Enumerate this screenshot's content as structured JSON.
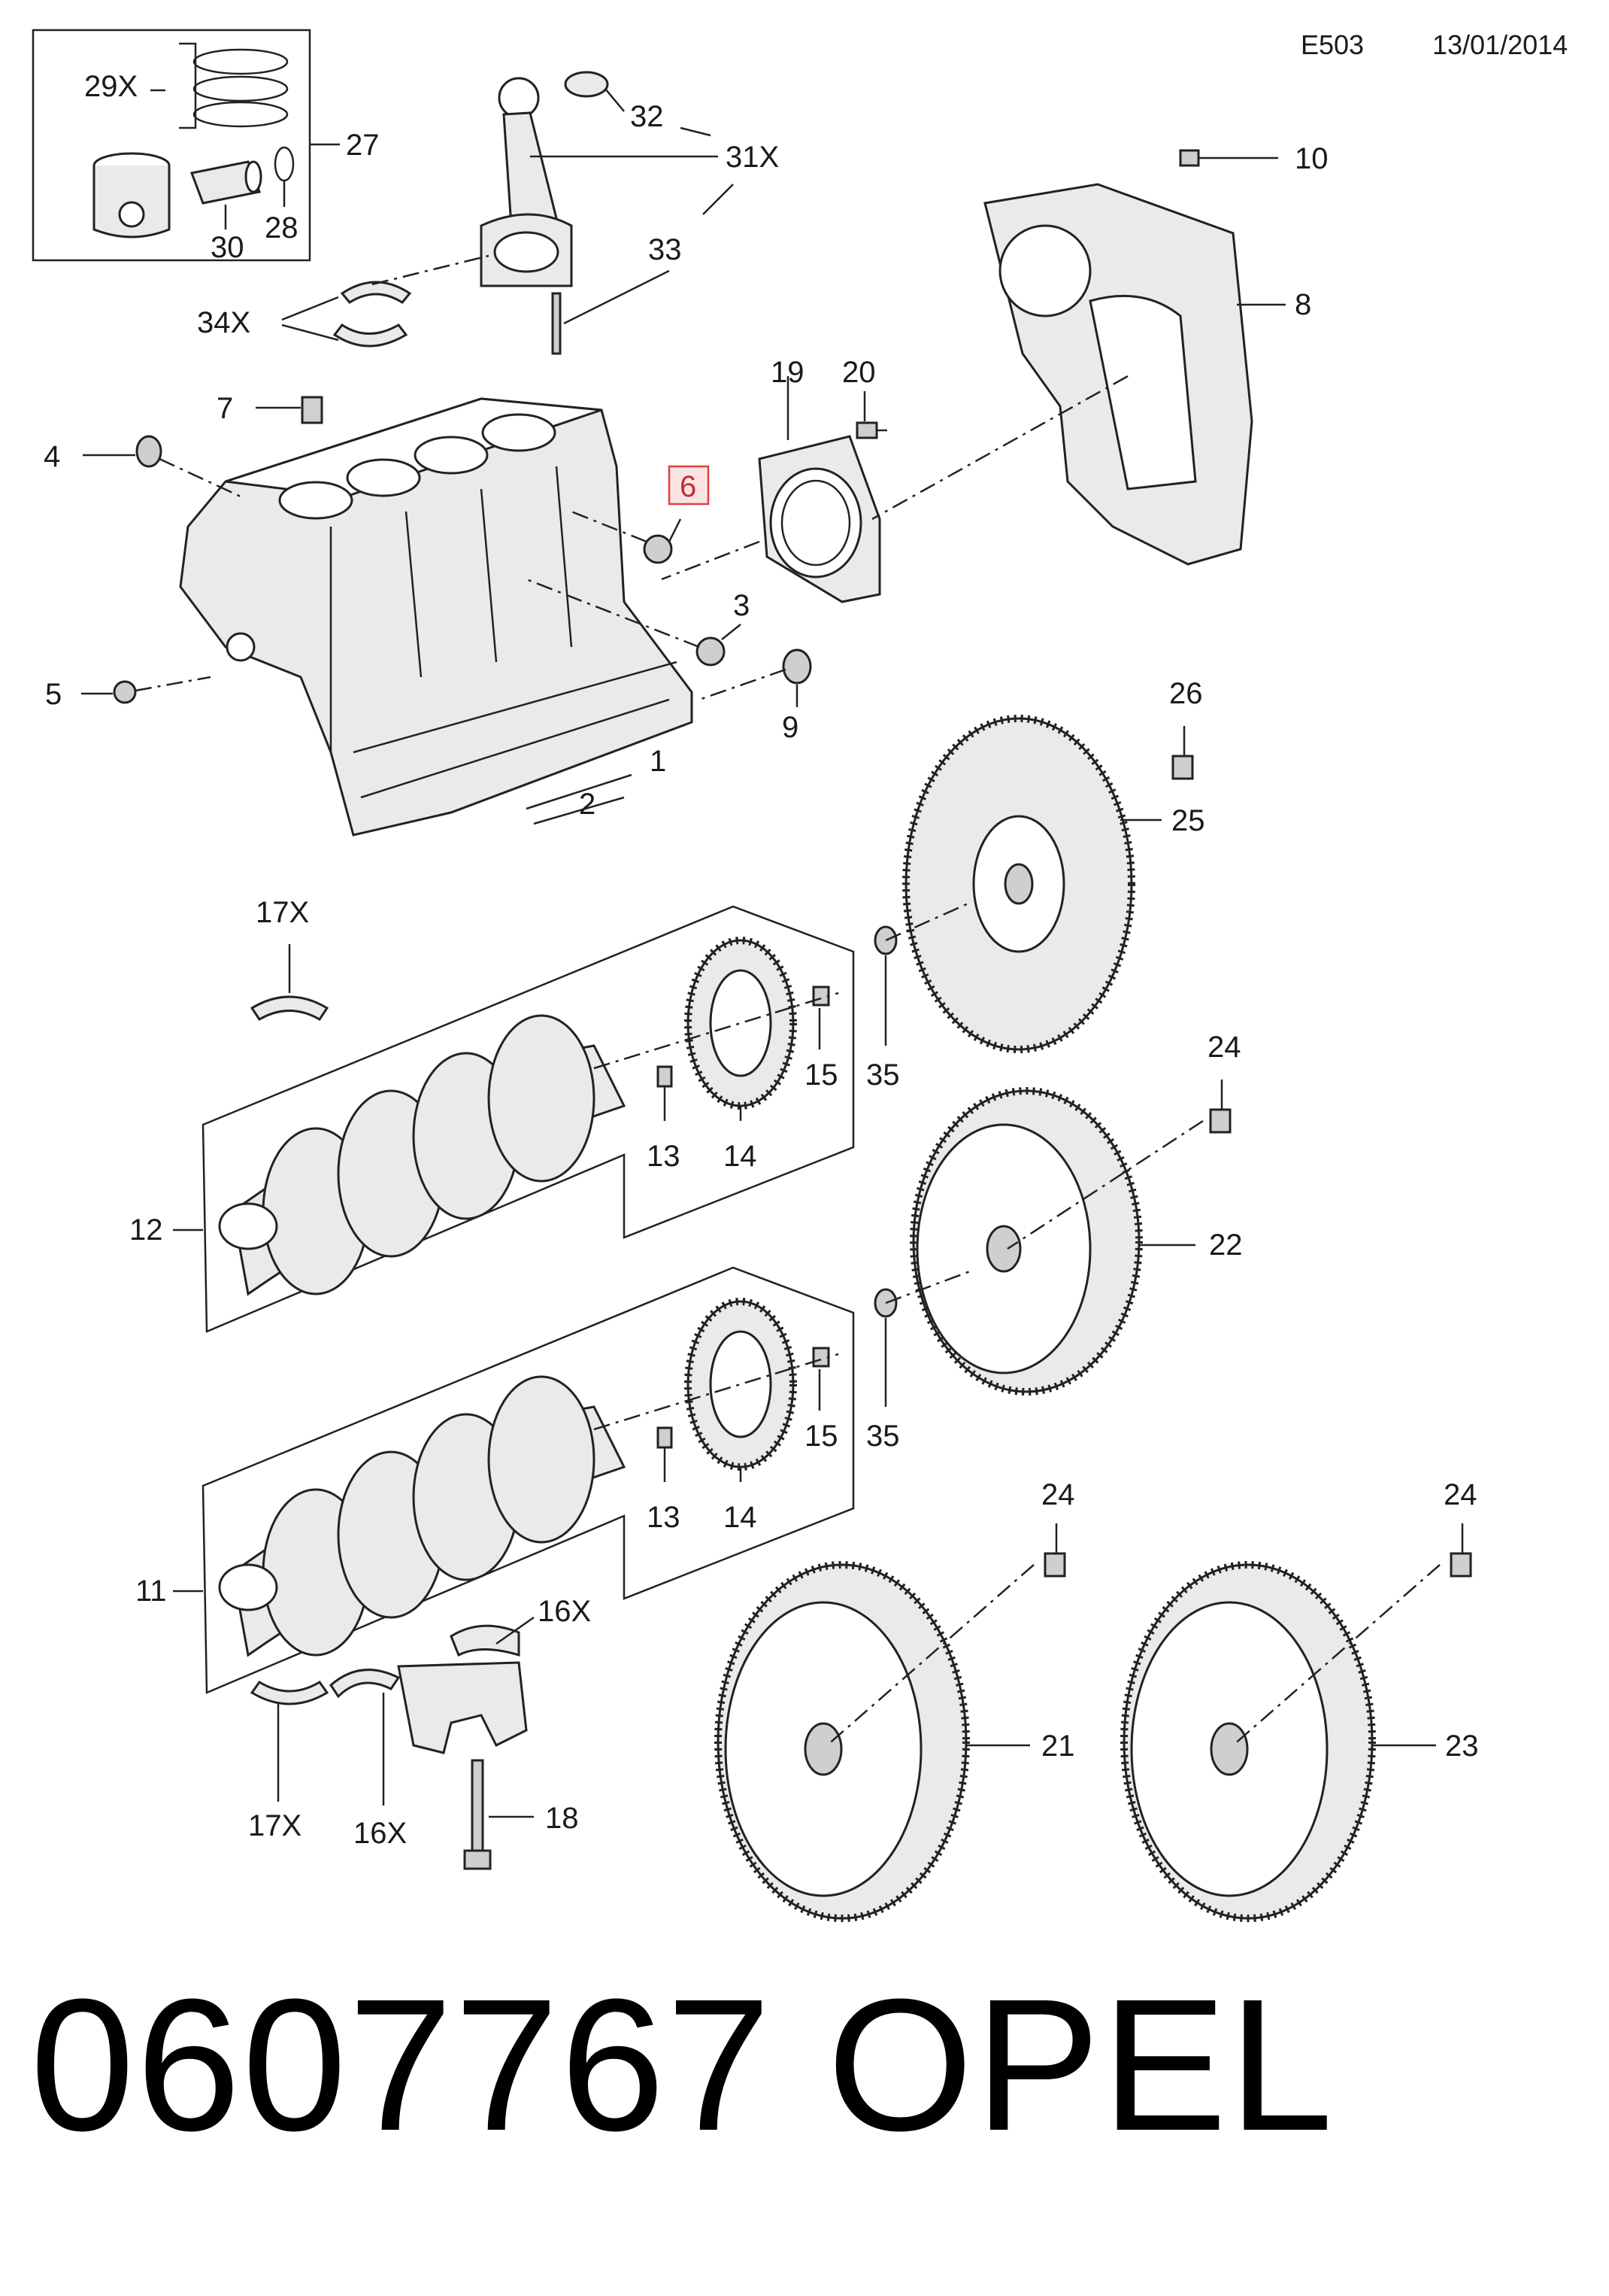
{
  "header": {
    "code": "E503",
    "date": "13/01/2014"
  },
  "labels": {
    "l1": "1",
    "l2": "2",
    "l3": "3",
    "l4": "4",
    "l5": "5",
    "l6": "6",
    "l7": "7",
    "l8": "8",
    "l9": "9",
    "l10": "10",
    "l11": "11",
    "l12": "12",
    "l13a": "13",
    "l13b": "13",
    "l14a": "14",
    "l14b": "14",
    "l15a": "15",
    "l15b": "15",
    "l16xa": "16X",
    "l16xb": "16X",
    "l17xa": "17X",
    "l17xb": "17X",
    "l18": "18",
    "l19": "19",
    "l20": "20",
    "l21": "21",
    "l22": "22",
    "l23": "23",
    "l24a": "24",
    "l24b": "24",
    "l24c": "24",
    "l25": "25",
    "l26": "26",
    "l27": "27",
    "l28": "28",
    "l29x": "29X",
    "l30": "30",
    "l31x": "31X",
    "l32": "32",
    "l33": "33",
    "l34x": "34X",
    "l35a": "35",
    "l35b": "35"
  },
  "highlight": {
    "label": "l6",
    "color": "#e04040",
    "fill": "#fbe3e3"
  },
  "footer": {
    "part_number": "0607767",
    "brand": "OPEL"
  }
}
